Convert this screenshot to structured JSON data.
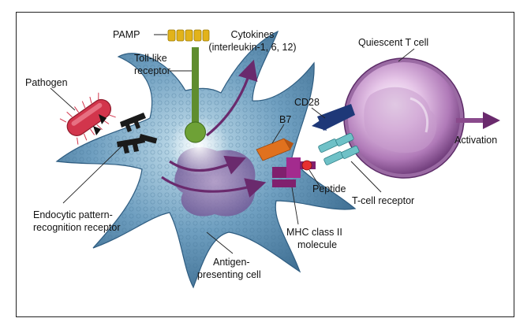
{
  "labels": {
    "pamp": "PAMP",
    "cytokines_1": "Cytokines",
    "cytokines_2": "(interleukin-1, 6, 12)",
    "toll_like_1": "Toll-like",
    "toll_like_2": "receptor",
    "pathogen": "Pathogen",
    "quiescent_t_cell": "Quiescent T cell",
    "cd28": "CD28",
    "b7": "B7",
    "activation": "Activation",
    "peptide": "Peptide",
    "t_cell_receptor": "T-cell receptor",
    "endocytic_1": "Endocytic pattern-",
    "endocytic_2": "recognition receptor",
    "mhc_1": "MHC class II",
    "mhc_2": "molecule",
    "apc_1": "Antigen-",
    "apc_2": "presenting cell"
  },
  "colors": {
    "apc_cell": "#6f9fc0",
    "apc_dark": "#3f6f93",
    "t_cell": "#b07ab8",
    "pathogen": "#d2354c",
    "toll_stalk": "#5f8d2e",
    "pamp": "#e2b31a",
    "arrow_purple": "#6a2a6d",
    "cd28": "#1e3878",
    "b7": "#e0711e",
    "mhc": "#80206e",
    "tcr": "#6fc1c7",
    "leader": "#222222"
  }
}
